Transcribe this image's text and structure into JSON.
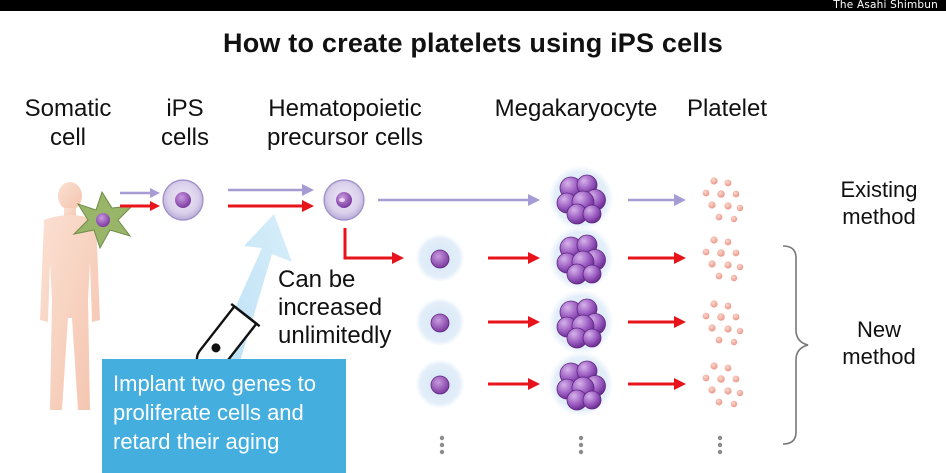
{
  "credit": "The Asahi Shimbun",
  "title": "How to create platelets using iPS cells",
  "stages": {
    "somatic": [
      "Somatic",
      "cell"
    ],
    "ips": [
      "iPS",
      "cells"
    ],
    "hematopoietic": [
      "Hematopoietic",
      "precursor cells"
    ],
    "megakaryocyte": "Megakaryocyte",
    "platelet": "Platelet"
  },
  "increase_note": [
    "Can be",
    "increased",
    "unlimitedly"
  ],
  "existing_method": [
    "Existing",
    "method"
  ],
  "new_method": [
    "New",
    "method"
  ],
  "implant_box": [
    "Implant two genes to",
    "proliferate cells and",
    "retard their aging"
  ],
  "colors": {
    "existing_arrow": "#a79bd3",
    "new_arrow": "#e8141c",
    "implant_arrow": "#bde3f5",
    "box": "#44aedf",
    "cell": "#8c4fb0"
  },
  "icons": [
    "human-silhouette-icon",
    "test-tube-icon",
    "ellipsis-icon"
  ]
}
